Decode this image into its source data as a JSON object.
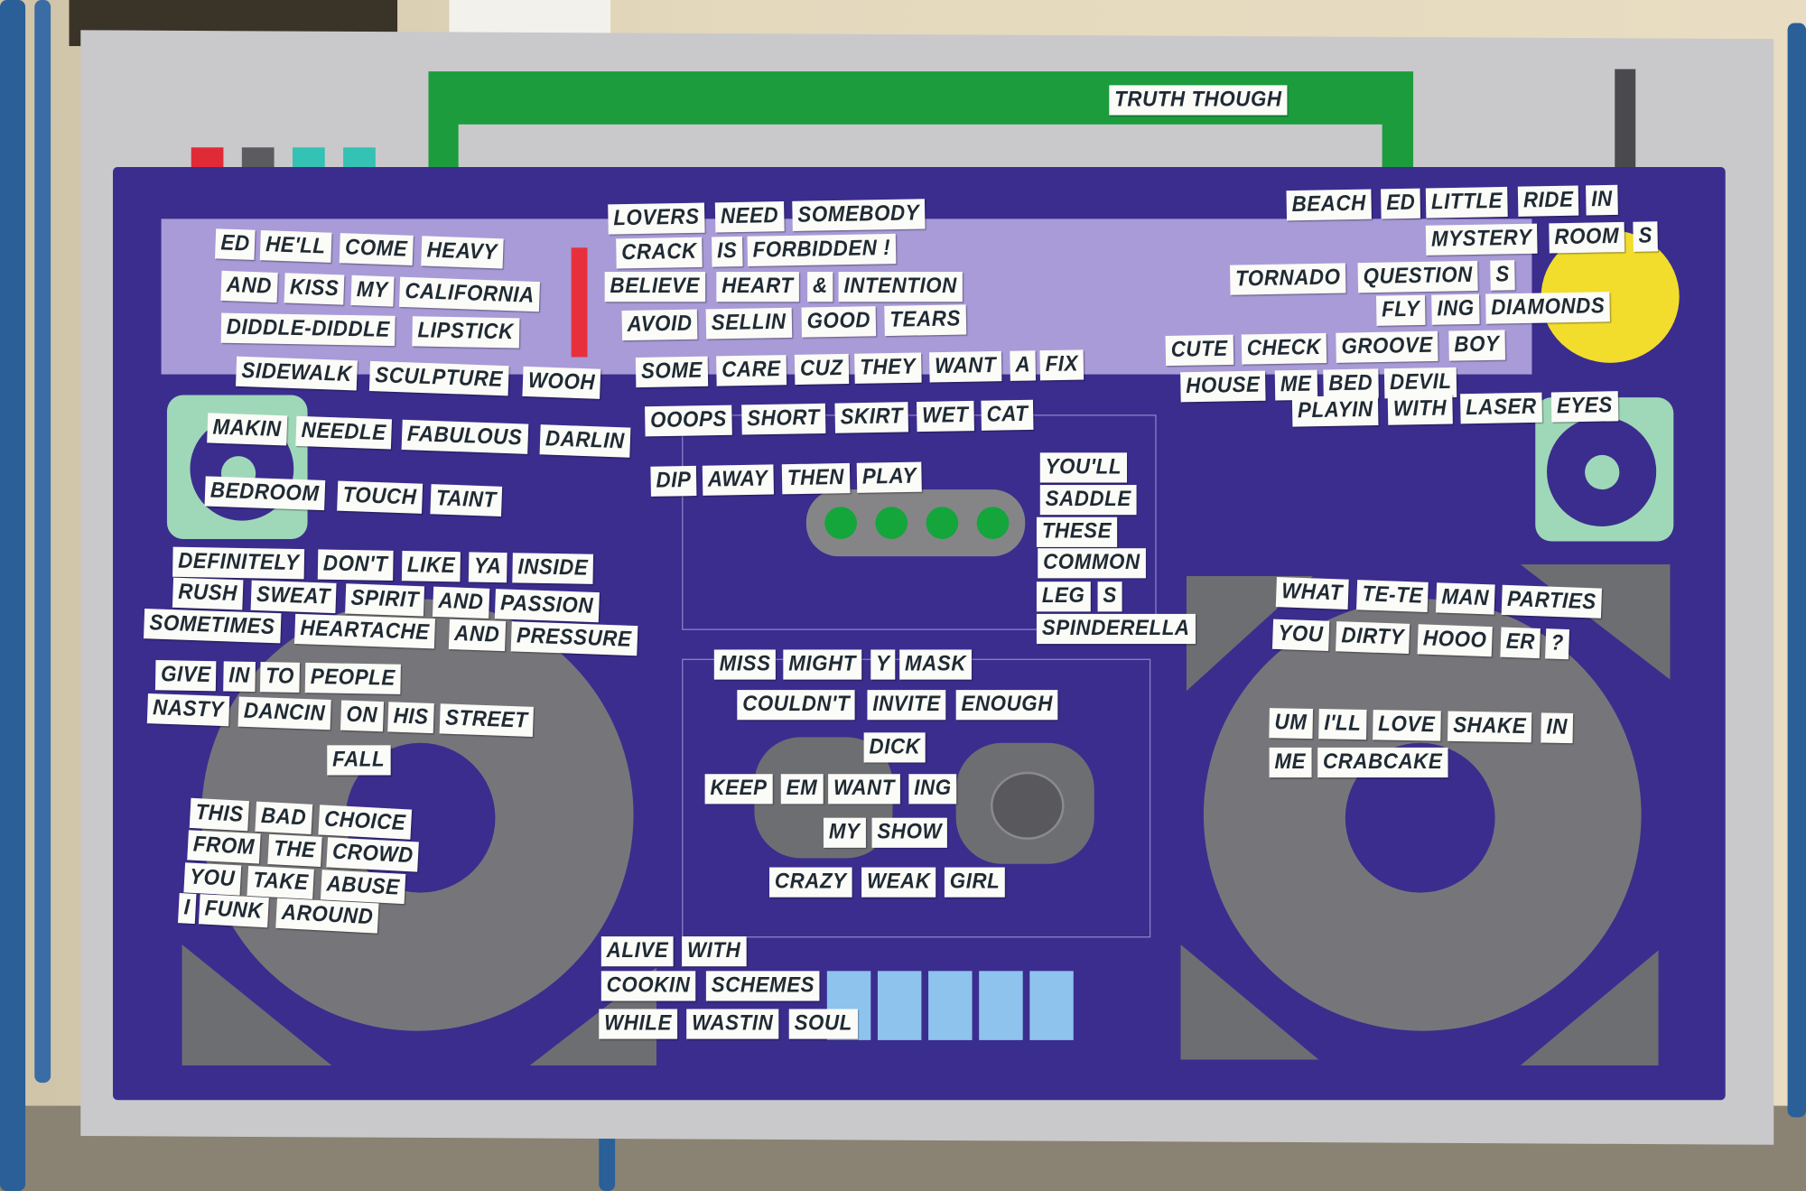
{
  "magnets": {
    "lines": [
      [
        "TRUTH THOUGH"
      ],
      [
        "LOVERS",
        "NEED",
        "SOMEBODY"
      ],
      [
        "CRACK",
        "IS",
        "FORBIDDEN !"
      ],
      [
        "BELIEVE",
        "HEART",
        "&",
        "INTENTION"
      ],
      [
        "AVOID",
        "SELLIN",
        "GOOD",
        "TEARS"
      ],
      [
        "ED",
        "HE'LL",
        "COME",
        "HEAVY"
      ],
      [
        "AND",
        "KISS",
        "MY",
        "CALIFORNIA"
      ],
      [
        "DIDDLE-DIDDLE",
        "LIPSTICK"
      ],
      [
        "SIDEWALK",
        "SCULPTURE",
        "WOOH"
      ],
      [
        "SOME",
        "CARE",
        "CUZ",
        "THEY",
        "WANT",
        "A",
        "FIX"
      ],
      [
        "MAKIN",
        "NEEDLE",
        "FABULOUS",
        "DARLIN"
      ],
      [
        "OOOPS",
        "SHORT",
        "SKIRT",
        "WET",
        "CAT"
      ],
      [
        "DIP",
        "AWAY",
        "THEN",
        "PLAY"
      ],
      [
        "BEDROOM",
        "TOUCH",
        "TAINT"
      ],
      [
        "BEACH",
        "ED",
        "LITTLE",
        "RIDE",
        "IN"
      ],
      [
        "MYSTERY",
        "ROOM",
        "S"
      ],
      [
        "TORNADO",
        "QUESTION",
        "S"
      ],
      [
        "FLY",
        "ING",
        "DIAMONDS"
      ],
      [
        "CUTE",
        "CHECK",
        "GROOVE",
        "BOY"
      ],
      [
        "HOUSE",
        "ME",
        "BED",
        "DEVIL"
      ],
      [
        "PLAYIN",
        "WITH",
        "LASER",
        "EYES"
      ],
      [
        "YOU'LL"
      ],
      [
        "SADDLE"
      ],
      [
        "THESE"
      ],
      [
        "COMMON"
      ],
      [
        "LEG",
        "S"
      ],
      [
        "SPINDERELLA"
      ],
      [
        "DEFINITELY",
        "DON'T",
        "LIKE",
        "YA",
        "INSIDE"
      ],
      [
        "RUSH",
        "SWEAT",
        "SPIRIT",
        "AND",
        "PASSION"
      ],
      [
        "SOMETIMES",
        "HEARTACHE",
        "AND",
        "PRESSURE"
      ],
      [
        "GIVE",
        "IN",
        "TO",
        "PEOPLE"
      ],
      [
        "NASTY",
        "DANCIN",
        "ON",
        "HIS",
        "STREET"
      ],
      [
        "FALL"
      ],
      [
        "MISS",
        "MIGHT",
        "Y",
        "MASK"
      ],
      [
        "COULDN'T",
        "INVITE",
        "ENOUGH"
      ],
      [
        "DICK"
      ],
      [
        "KEEP",
        "EM",
        "WANT",
        "ING"
      ],
      [
        "MY",
        "SHOW"
      ],
      [
        "CRAZY",
        "WEAK",
        "GIRL"
      ],
      [
        "WHAT",
        "TE-TE",
        "MAN",
        "PARTIES"
      ],
      [
        "YOU",
        "DIRTY",
        "HOOO",
        "ER",
        "?"
      ],
      [
        "UM",
        "I'LL",
        "LOVE",
        "SHAKE",
        "IN"
      ],
      [
        "ME",
        "CRABCAKE"
      ],
      [
        "THIS",
        "BAD",
        "CHOICE"
      ],
      [
        "FROM",
        "THE",
        "CROWD"
      ],
      [
        "YOU",
        "TAKE",
        "ABUSE"
      ],
      [
        "I",
        "FUNK",
        "AROUND"
      ],
      [
        "ALIVE",
        "WITH"
      ],
      [
        "COOKIN",
        "SCHEMES"
      ],
      [
        "WHILE",
        "WASTIN",
        "SOUL"
      ]
    ]
  },
  "colors": {
    "boombox_body": "#3b2d8e",
    "display_strip": "#a99bd8",
    "handle": "#1c9c3c",
    "speaker": "#76767a",
    "magnet": "#fbfbf8"
  }
}
